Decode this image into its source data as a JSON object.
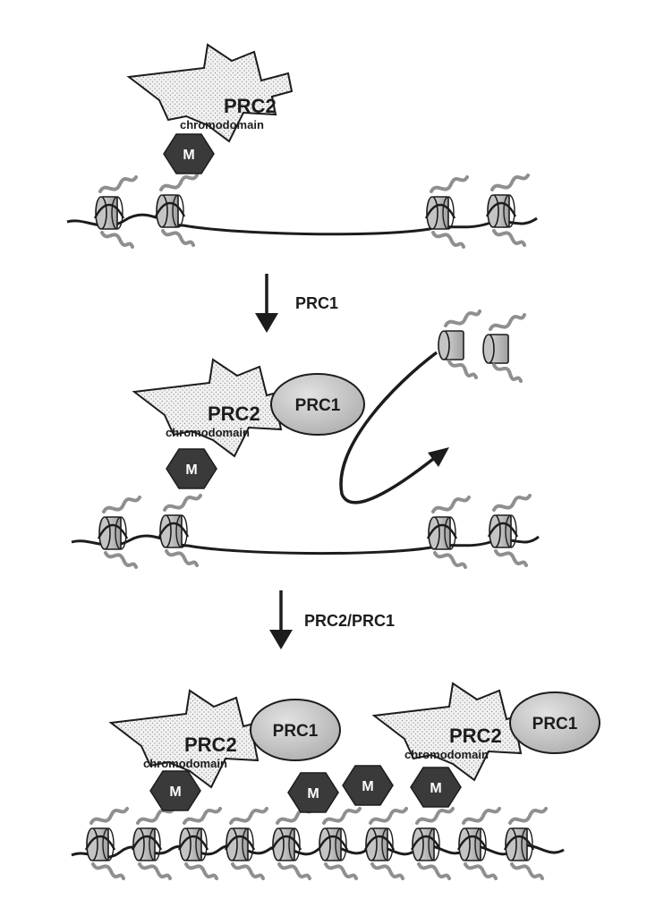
{
  "labels": {
    "prc2": "PRC2",
    "chromodomain": "chromodomain",
    "prc1": "PRC1",
    "mark": "M"
  },
  "steps": {
    "step1": "PRC1",
    "step2": "PRC2/PRC1"
  },
  "colors": {
    "stroke": "#1c1c1c",
    "prc2_fill": "#efefef",
    "prc1_fill": "#c8c8c8",
    "mark_fill": "#3a3a3a",
    "histone_fill": "#b4b4b4",
    "tail": "#8f8f8f"
  }
}
